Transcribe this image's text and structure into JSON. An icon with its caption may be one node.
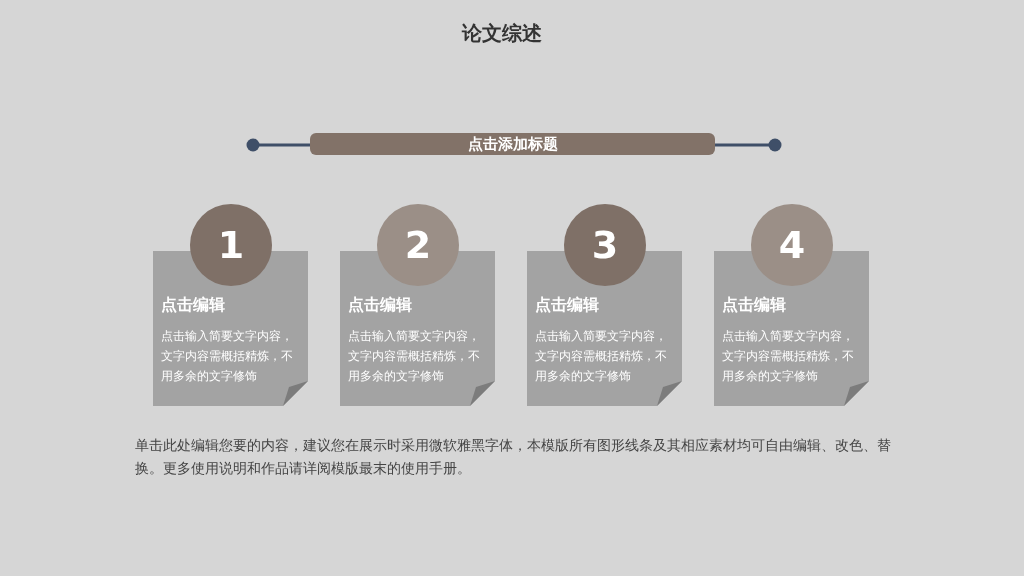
{
  "diagram": {
    "title": "论文综述",
    "nodes": [
      {
        "text": [
          "点击添加标题"
        ]
      },
      {
        "text": [
          "1"
        ]
      },
      {
        "text": [
          "点击编辑",
          "点击输入简要文字内容，文字内容需概括精炼，不用多余的文字修饰"
        ]
      },
      {
        "text": [
          "2"
        ]
      },
      {
        "text": [
          "点击编辑",
          "点击输入简要文字内容，文字内容需概括精炼，不用多余的文字修饰"
        ]
      },
      {
        "text": [
          "3"
        ]
      },
      {
        "text": [
          "点击编辑",
          "点击输入简要文字内容，文字内容需概括精炼，不用多余的文字修饰"
        ]
      },
      {
        "text": [
          "4"
        ]
      },
      {
        "text": [
          "点击编辑",
          "点击输入简要文字内容，文字内容需概括精炼，不用多余的文字修饰"
        ]
      }
    ],
    "labels": [
      "单击此处编辑您要的内容，建议您在展示时采用微软雅黑字体，本模版所有图形线条及其相应素材均可自由编辑、改色、替换。更多使用说明和作品请详阅模版最末的使用手册。"
    ]
  }
}
